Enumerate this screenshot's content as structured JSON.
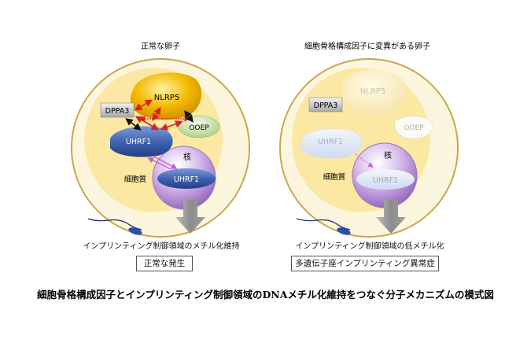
{
  "left_panel": {
    "title": "正常な卵子",
    "labels": {
      "nlrp5": "NLRP5",
      "dppa3": "DPPA3",
      "ooep": "OOEP",
      "uhrf1_cyto": "UHRF1",
      "nucleus": "核",
      "uhrf1_nucleus": "UHRF1",
      "cytoplasm": "細胞質"
    },
    "result_caption": "インプリンティング制御領域のメチル化維持",
    "outcome": "正常な発生"
  },
  "right_panel": {
    "title": "細胞骨格構成因子に変異がある卵子",
    "labels": {
      "nlrp5": "NLRP5",
      "dppa3": "DPPA3",
      "ooep": "OOEP",
      "uhrf1_cyto": "UHRF1",
      "nucleus": "核",
      "uhrf1_nucleus": "UHRF1",
      "cytoplasm": "細胞質"
    },
    "result_caption": "インプリンティング制御領域の低メチル化",
    "outcome": "多遺伝子座インプリンティング異常症"
  },
  "figure_title": "細胞骨格構成因子とインプリンティング制御領域のDNAメチル化維持をつなぐ分子メカニズムの模式図",
  "colors": {
    "cell_border": "#c9a44a",
    "cytoplasm": "#fbe9a6",
    "nlrp5": "#f2b300",
    "uhrf1": "#3d5fa8",
    "ooep": "#b9d69a",
    "nucleus": "#b88ed6",
    "red_arrow": "#e02020",
    "purple_arrow": "#c060d8"
  }
}
